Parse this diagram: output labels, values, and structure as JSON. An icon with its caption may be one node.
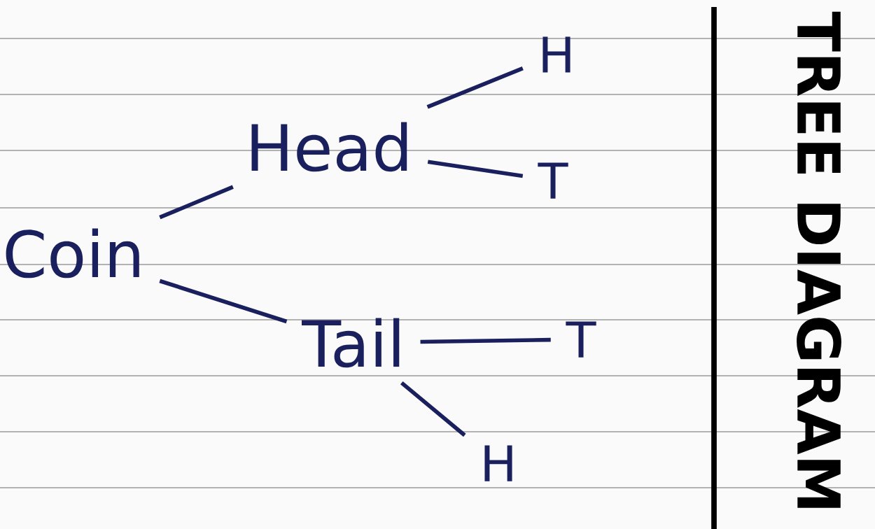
{
  "diagram": {
    "title": "TREE DIAGRAM",
    "nodes": [
      {
        "text": [
          "Coin"
        ]
      },
      {
        "text": [
          "Head"
        ]
      },
      {
        "text": [
          "Tail"
        ]
      },
      {
        "text": [
          "H"
        ]
      },
      {
        "text": [
          "T"
        ]
      },
      {
        "text": [
          "T"
        ]
      },
      {
        "text": [
          "H"
        ]
      }
    ],
    "edges": [
      {
        "from": 0,
        "to": 1,
        "arrow": "none"
      },
      {
        "from": 0,
        "to": 2,
        "arrow": "none"
      },
      {
        "from": 1,
        "to": 3,
        "arrow": "none"
      },
      {
        "from": 1,
        "to": 4,
        "arrow": "none"
      },
      {
        "from": 2,
        "to": 5,
        "arrow": "none"
      },
      {
        "from": 2,
        "to": 6,
        "arrow": "none"
      }
    ]
  }
}
